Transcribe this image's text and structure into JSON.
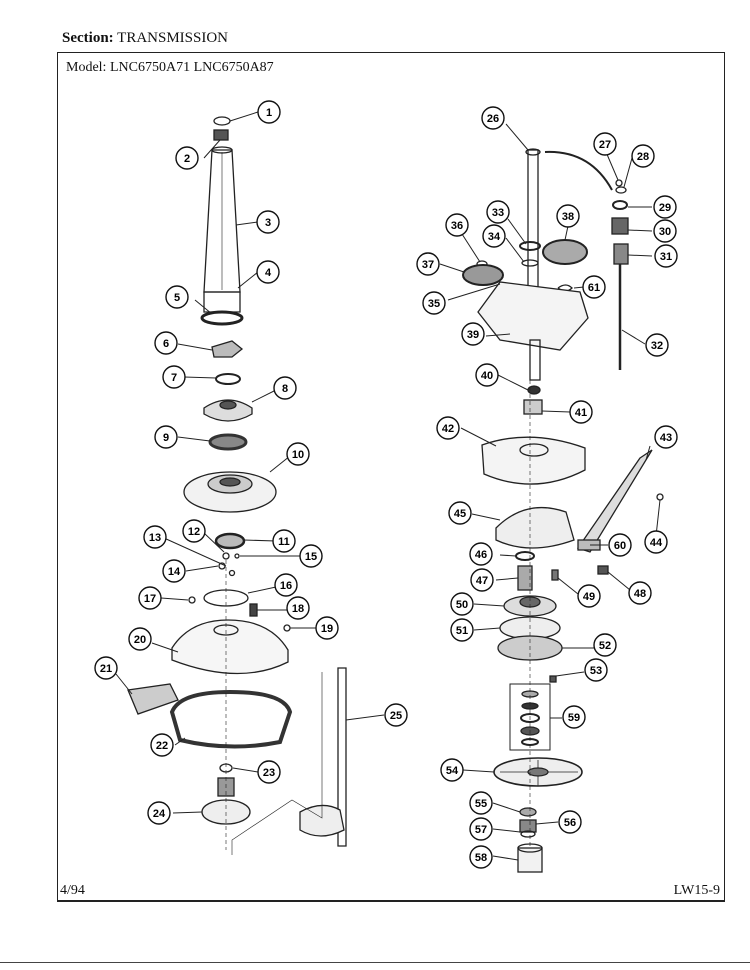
{
  "section_label": "Section:",
  "section_title": "TRANSMISSION",
  "model_label": "Model:",
  "models": "LNC6750A71  LNC6750A87",
  "date": "4/94",
  "page_ref": "LW15-9",
  "callouts": [
    {
      "n": "1"
    },
    {
      "n": "2"
    },
    {
      "n": "3"
    },
    {
      "n": "4"
    },
    {
      "n": "5"
    },
    {
      "n": "6"
    },
    {
      "n": "7"
    },
    {
      "n": "8"
    },
    {
      "n": "9"
    },
    {
      "n": "10"
    },
    {
      "n": "11"
    },
    {
      "n": "12"
    },
    {
      "n": "13"
    },
    {
      "n": "14"
    },
    {
      "n": "15"
    },
    {
      "n": "16"
    },
    {
      "n": "17"
    },
    {
      "n": "18"
    },
    {
      "n": "19"
    },
    {
      "n": "20"
    },
    {
      "n": "21"
    },
    {
      "n": "22"
    },
    {
      "n": "23"
    },
    {
      "n": "24"
    },
    {
      "n": "25"
    },
    {
      "n": "26"
    },
    {
      "n": "27"
    },
    {
      "n": "28"
    },
    {
      "n": "29"
    },
    {
      "n": "30"
    },
    {
      "n": "31"
    },
    {
      "n": "32"
    },
    {
      "n": "33"
    },
    {
      "n": "34"
    },
    {
      "n": "35"
    },
    {
      "n": "36"
    },
    {
      "n": "37"
    },
    {
      "n": "38"
    },
    {
      "n": "39"
    },
    {
      "n": "40"
    },
    {
      "n": "41"
    },
    {
      "n": "42"
    },
    {
      "n": "43"
    },
    {
      "n": "44"
    },
    {
      "n": "45"
    },
    {
      "n": "46"
    },
    {
      "n": "47"
    },
    {
      "n": "48"
    },
    {
      "n": "49"
    },
    {
      "n": "50"
    },
    {
      "n": "51"
    },
    {
      "n": "52"
    },
    {
      "n": "53"
    },
    {
      "n": "54"
    },
    {
      "n": "55"
    },
    {
      "n": "56"
    },
    {
      "n": "57"
    },
    {
      "n": "58"
    },
    {
      "n": "59"
    },
    {
      "n": "60"
    },
    {
      "n": "61"
    }
  ]
}
